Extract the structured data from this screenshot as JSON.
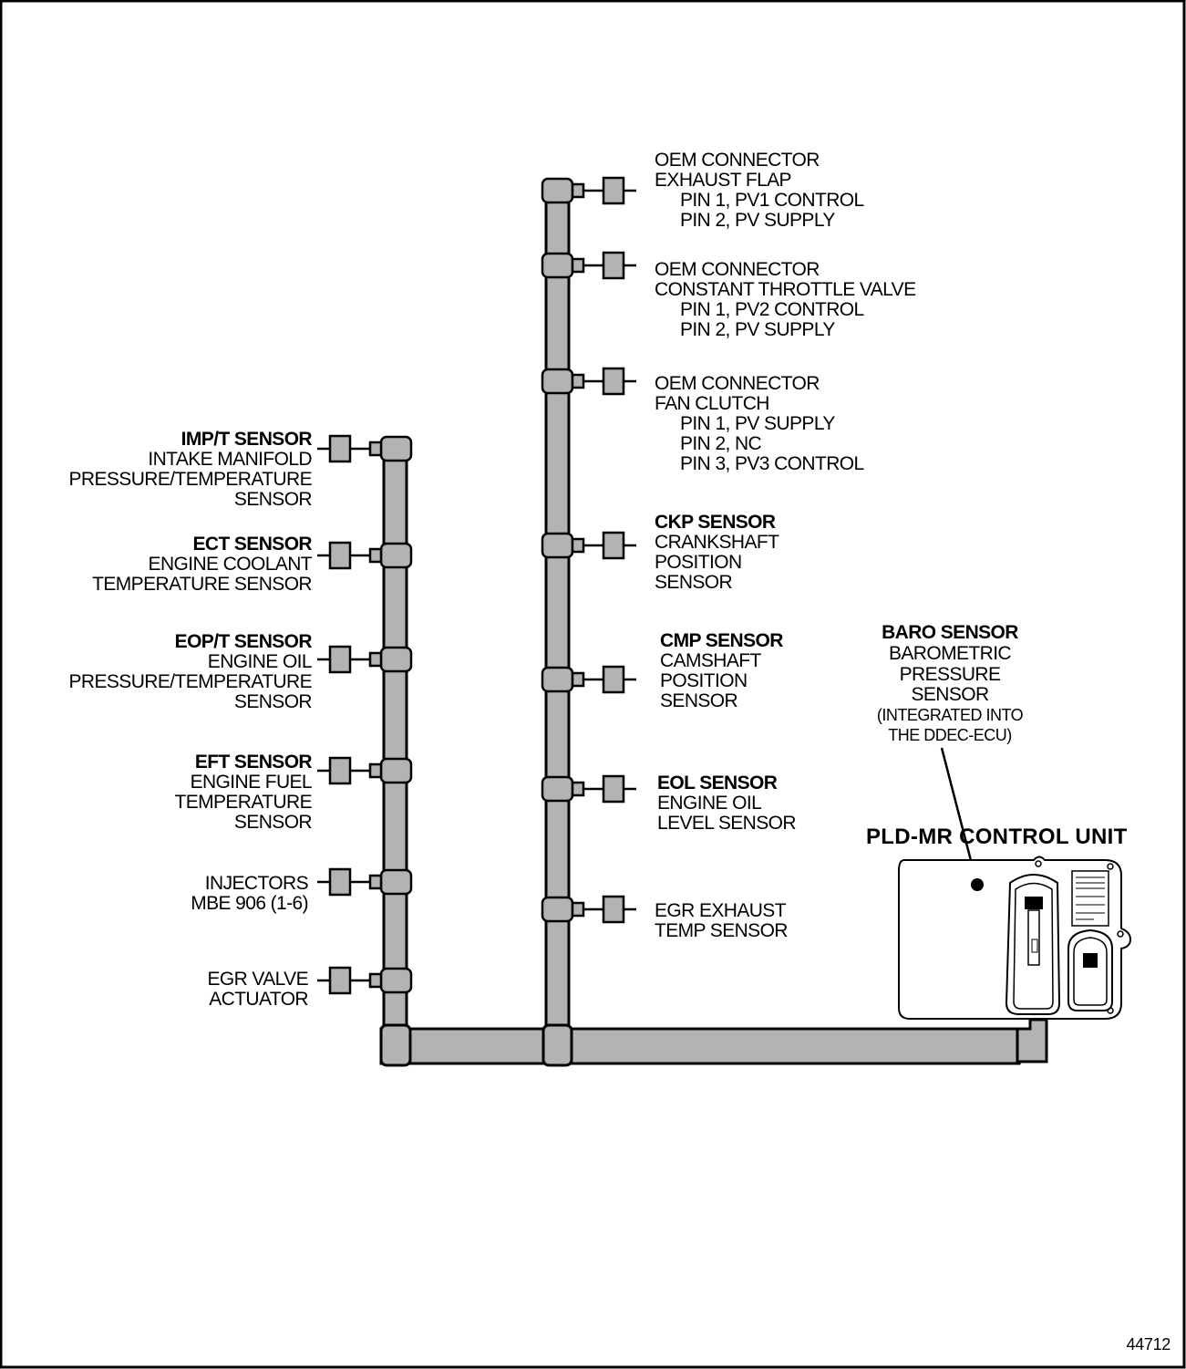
{
  "left_harness": [
    {
      "key": "imp",
      "lines": [
        "IMP/T SENSOR",
        "INTAKE MANIFOLD",
        "PRESSURE/TEMPERATURE",
        "SENSOR"
      ],
      "bold_first": true
    },
    {
      "key": "ect",
      "lines": [
        "ECT SENSOR",
        "ENGINE COOLANT",
        "TEMPERATURE SENSOR"
      ],
      "bold_first": true
    },
    {
      "key": "eop",
      "lines": [
        "EOP/T SENSOR",
        "ENGINE OIL",
        "PRESSURE/TEMPERATURE",
        "SENSOR"
      ],
      "bold_first": true
    },
    {
      "key": "eft",
      "lines": [
        "EFT SENSOR",
        "ENGINE FUEL",
        "TEMPERATURE",
        "SENSOR"
      ],
      "bold_first": true
    },
    {
      "key": "inj",
      "lines": [
        "INJECTORS",
        "MBE 906 (1-6)"
      ],
      "bold_first": false
    },
    {
      "key": "egr",
      "lines": [
        "EGR VALVE",
        "ACTUATOR"
      ],
      "bold_first": false
    }
  ],
  "right_harness": [
    {
      "key": "flap",
      "lines": [
        "OEM CONNECTOR",
        "EXHAUST FLAP",
        "PIN 1, PV1 CONTROL",
        "PIN 2, PV SUPPLY"
      ],
      "bold_first": false
    },
    {
      "key": "throttle",
      "lines": [
        "OEM CONNECTOR",
        "CONSTANT THROTTLE VALVE",
        "PIN 1, PV2 CONTROL",
        "PIN 2, PV SUPPLY"
      ],
      "bold_first": false
    },
    {
      "key": "fan",
      "lines": [
        "OEM CONNECTOR",
        "FAN CLUTCH",
        "PIN 1, PV SUPPLY",
        "PIN 2, NC",
        "PIN 3, PV3 CONTROL"
      ],
      "bold_first": false
    },
    {
      "key": "ckp",
      "lines": [
        "CKP SENSOR",
        "CRANKSHAFT",
        "POSITION",
        "SENSOR"
      ],
      "bold_first": true
    },
    {
      "key": "cmp",
      "lines": [
        "CMP SENSOR",
        "CAMSHAFT",
        "POSITION",
        "SENSOR"
      ],
      "bold_first": true
    },
    {
      "key": "eol",
      "lines": [
        "EOL SENSOR",
        "ENGINE OIL",
        "LEVEL SENSOR"
      ],
      "bold_first": true
    },
    {
      "key": "egrtemp",
      "lines": [
        "EGR EXHAUST",
        "TEMP SENSOR"
      ],
      "bold_first": false
    }
  ],
  "baro": {
    "lines": [
      "BARO SENSOR",
      "BAROMETRIC",
      "PRESSURE",
      "SENSOR",
      "(INTEGRATED INTO",
      "THE DDEC-ECU)"
    ]
  },
  "control_unit": {
    "title": "PLD-MR CONTROL UNIT"
  },
  "figure_number": "44712"
}
